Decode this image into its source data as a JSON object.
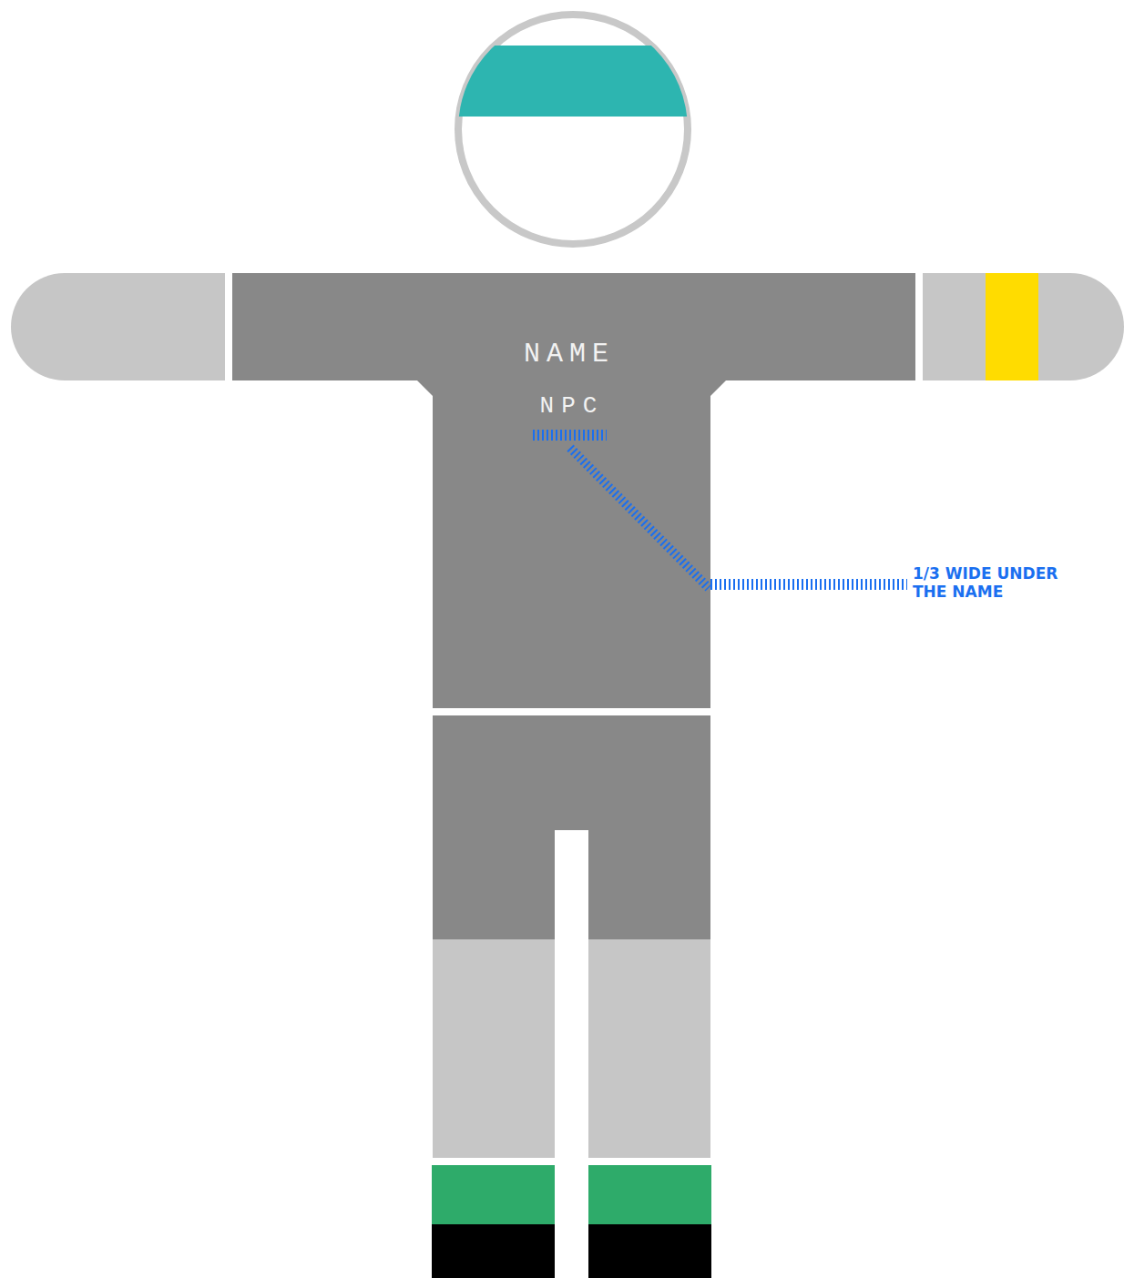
{
  "diagram": {
    "nodes": [
      {
        "text": [
          "NAME",
          "NPC"
        ]
      }
    ],
    "labels": [
      "1/3 WIDE UNDER THE NAME"
    ]
  }
}
